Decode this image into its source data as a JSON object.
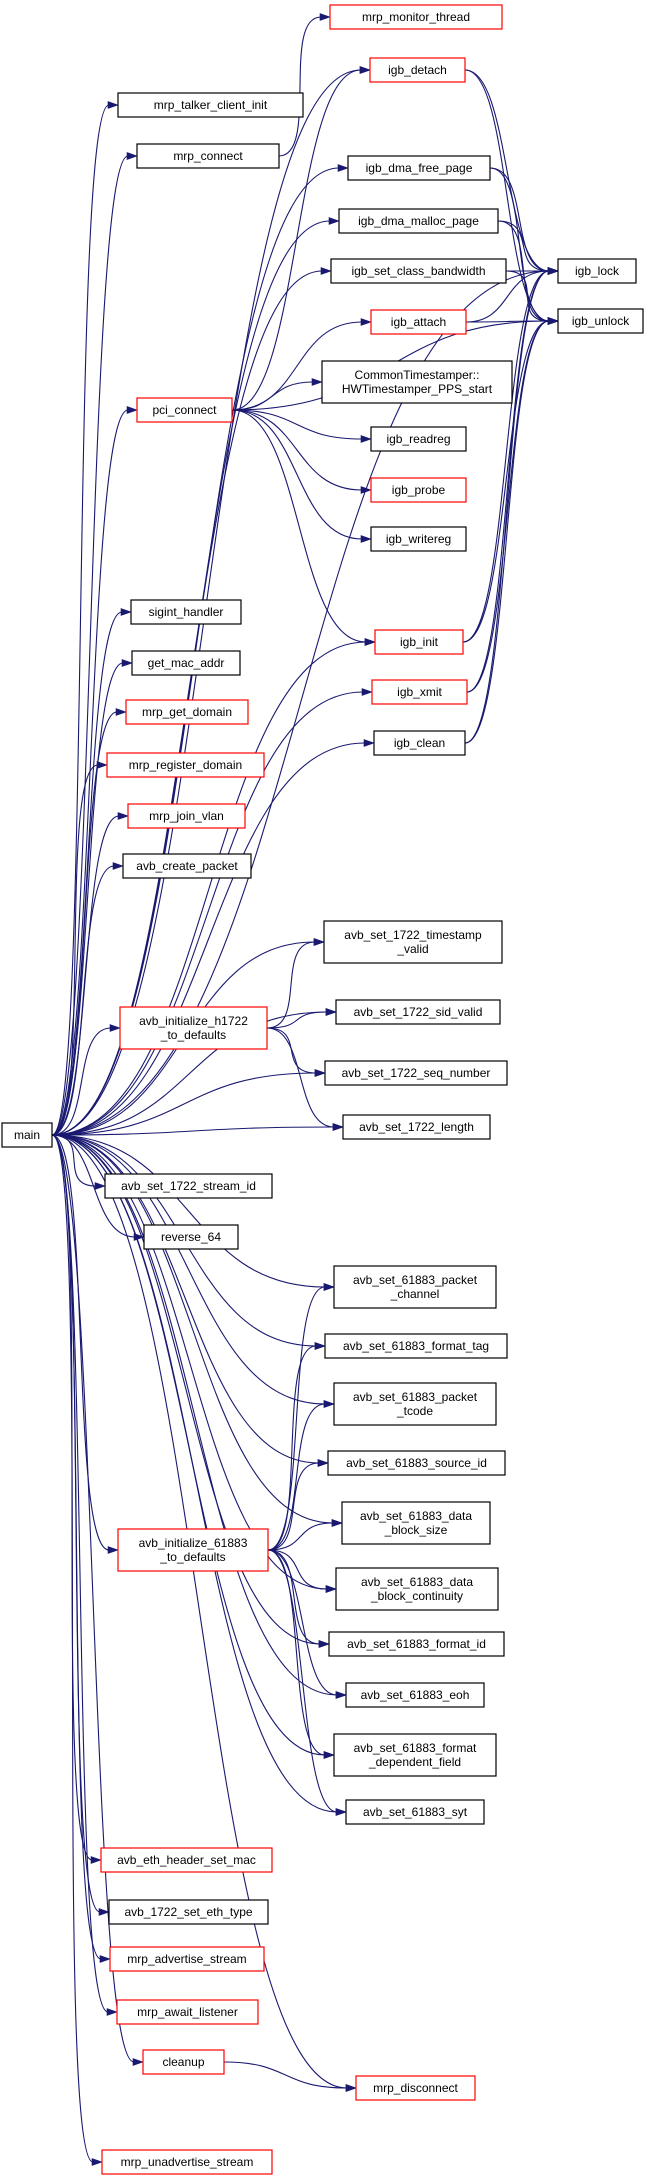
{
  "colors": {
    "edge": "#191970",
    "border_normal": "#000000",
    "border_linked": "#ff0000",
    "root_fill": "#bfbfbf",
    "node_fill": "#ffffff"
  },
  "nodes": [
    {
      "id": "main",
      "lines": [
        "main"
      ],
      "style": "root"
    },
    {
      "id": "mrp_monitor_thread",
      "lines": [
        "mrp_monitor_thread"
      ],
      "style": "linked"
    },
    {
      "id": "igb_detach",
      "lines": [
        "igb_detach"
      ],
      "style": "linked"
    },
    {
      "id": "mrp_talker_client_init",
      "lines": [
        "mrp_talker_client_init"
      ],
      "style": "normal"
    },
    {
      "id": "mrp_connect",
      "lines": [
        "mrp_connect"
      ],
      "style": "normal"
    },
    {
      "id": "igb_dma_free_page",
      "lines": [
        "igb_dma_free_page"
      ],
      "style": "normal"
    },
    {
      "id": "igb_dma_malloc_page",
      "lines": [
        "igb_dma_malloc_page"
      ],
      "style": "normal"
    },
    {
      "id": "igb_lock",
      "lines": [
        "igb_lock"
      ],
      "style": "normal"
    },
    {
      "id": "igb_set_class_bandwidth",
      "lines": [
        "igb_set_class_bandwidth"
      ],
      "style": "normal"
    },
    {
      "id": "igb_unlock",
      "lines": [
        "igb_unlock"
      ],
      "style": "normal"
    },
    {
      "id": "igb_attach",
      "lines": [
        "igb_attach"
      ],
      "style": "linked"
    },
    {
      "id": "hwts_pps_start",
      "lines": [
        "CommonTimestamper::",
        "HWTimestamper_PPS_start"
      ],
      "style": "normal"
    },
    {
      "id": "pci_connect",
      "lines": [
        "pci_connect"
      ],
      "style": "linked"
    },
    {
      "id": "igb_readreg",
      "lines": [
        "igb_readreg"
      ],
      "style": "normal"
    },
    {
      "id": "igb_probe",
      "lines": [
        "igb_probe"
      ],
      "style": "linked"
    },
    {
      "id": "igb_writereg",
      "lines": [
        "igb_writereg"
      ],
      "style": "normal"
    },
    {
      "id": "sigint_handler",
      "lines": [
        "sigint_handler"
      ],
      "style": "normal"
    },
    {
      "id": "igb_init",
      "lines": [
        "igb_init"
      ],
      "style": "linked"
    },
    {
      "id": "get_mac_addr",
      "lines": [
        "get_mac_addr"
      ],
      "style": "normal"
    },
    {
      "id": "igb_xmit",
      "lines": [
        "igb_xmit"
      ],
      "style": "linked"
    },
    {
      "id": "mrp_get_domain",
      "lines": [
        "mrp_get_domain"
      ],
      "style": "linked"
    },
    {
      "id": "igb_clean",
      "lines": [
        "igb_clean"
      ],
      "style": "normal"
    },
    {
      "id": "mrp_register_domain",
      "lines": [
        "mrp_register_domain"
      ],
      "style": "linked"
    },
    {
      "id": "mrp_join_vlan",
      "lines": [
        "mrp_join_vlan"
      ],
      "style": "linked"
    },
    {
      "id": "avb_create_packet",
      "lines": [
        "avb_create_packet"
      ],
      "style": "normal"
    },
    {
      "id": "avb_set_1722_timestamp_valid",
      "lines": [
        "avb_set_1722_timestamp",
        "_valid"
      ],
      "style": "normal"
    },
    {
      "id": "avb_initialize_h1722_to_defaults",
      "lines": [
        "avb_initialize_h1722",
        "_to_defaults"
      ],
      "style": "linked"
    },
    {
      "id": "avb_set_1722_sid_valid",
      "lines": [
        "avb_set_1722_sid_valid"
      ],
      "style": "normal"
    },
    {
      "id": "avb_set_1722_seq_number",
      "lines": [
        "avb_set_1722_seq_number"
      ],
      "style": "normal"
    },
    {
      "id": "avb_set_1722_length",
      "lines": [
        "avb_set_1722_length"
      ],
      "style": "normal"
    },
    {
      "id": "avb_set_1722_stream_id",
      "lines": [
        "avb_set_1722_stream_id"
      ],
      "style": "normal"
    },
    {
      "id": "reverse_64",
      "lines": [
        "reverse_64"
      ],
      "style": "normal"
    },
    {
      "id": "avb_set_61883_packet_channel",
      "lines": [
        "avb_set_61883_packet",
        "_channel"
      ],
      "style": "normal"
    },
    {
      "id": "avb_set_61883_format_tag",
      "lines": [
        "avb_set_61883_format_tag"
      ],
      "style": "normal"
    },
    {
      "id": "avb_set_61883_packet_tcode",
      "lines": [
        "avb_set_61883_packet",
        "_tcode"
      ],
      "style": "normal"
    },
    {
      "id": "avb_set_61883_source_id",
      "lines": [
        "avb_set_61883_source_id"
      ],
      "style": "normal"
    },
    {
      "id": "avb_initialize_61883_to_defaults",
      "lines": [
        "avb_initialize_61883",
        "_to_defaults"
      ],
      "style": "linked"
    },
    {
      "id": "avb_set_61883_data_block_size",
      "lines": [
        "avb_set_61883_data",
        "_block_size"
      ],
      "style": "normal"
    },
    {
      "id": "avb_set_61883_data_block_continuity",
      "lines": [
        "avb_set_61883_data",
        "_block_continuity"
      ],
      "style": "normal"
    },
    {
      "id": "avb_set_61883_format_id",
      "lines": [
        "avb_set_61883_format_id"
      ],
      "style": "normal"
    },
    {
      "id": "avb_set_61883_eoh",
      "lines": [
        "avb_set_61883_eoh"
      ],
      "style": "normal"
    },
    {
      "id": "avb_set_61883_format_dependent_field",
      "lines": [
        "avb_set_61883_format",
        "_dependent_field"
      ],
      "style": "normal"
    },
    {
      "id": "avb_set_61883_syt",
      "lines": [
        "avb_set_61883_syt"
      ],
      "style": "normal"
    },
    {
      "id": "avb_eth_header_set_mac",
      "lines": [
        "avb_eth_header_set_mac"
      ],
      "style": "linked"
    },
    {
      "id": "avb_1722_set_eth_type",
      "lines": [
        "avb_1722_set_eth_type"
      ],
      "style": "normal"
    },
    {
      "id": "mrp_advertise_stream",
      "lines": [
        "mrp_advertise_stream"
      ],
      "style": "linked"
    },
    {
      "id": "mrp_await_listener",
      "lines": [
        "mrp_await_listener"
      ],
      "style": "linked"
    },
    {
      "id": "cleanup",
      "lines": [
        "cleanup"
      ],
      "style": "linked"
    },
    {
      "id": "mrp_disconnect",
      "lines": [
        "mrp_disconnect"
      ],
      "style": "linked"
    },
    {
      "id": "mrp_unadvertise_stream",
      "lines": [
        "mrp_unadvertise_stream"
      ],
      "style": "linked"
    }
  ],
  "edges": [
    [
      "main",
      "mrp_talker_client_init"
    ],
    [
      "main",
      "mrp_connect"
    ],
    [
      "main",
      "igb_detach"
    ],
    [
      "main",
      "igb_dma_free_page"
    ],
    [
      "main",
      "igb_dma_malloc_page"
    ],
    [
      "main",
      "igb_set_class_bandwidth"
    ],
    [
      "main",
      "pci_connect"
    ],
    [
      "main",
      "igb_lock"
    ],
    [
      "main",
      "igb_init"
    ],
    [
      "main",
      "igb_xmit"
    ],
    [
      "main",
      "igb_clean"
    ],
    [
      "main",
      "sigint_handler"
    ],
    [
      "main",
      "get_mac_addr"
    ],
    [
      "main",
      "mrp_get_domain"
    ],
    [
      "main",
      "mrp_register_domain"
    ],
    [
      "main",
      "mrp_join_vlan"
    ],
    [
      "main",
      "avb_create_packet"
    ],
    [
      "main",
      "avb_set_1722_timestamp_valid"
    ],
    [
      "main",
      "avb_set_1722_sid_valid"
    ],
    [
      "main",
      "avb_initialize_h1722_to_defaults"
    ],
    [
      "main",
      "avb_set_1722_seq_number"
    ],
    [
      "main",
      "avb_set_1722_length"
    ],
    [
      "main",
      "avb_set_1722_stream_id"
    ],
    [
      "main",
      "reverse_64"
    ],
    [
      "main",
      "avb_set_61883_packet_channel"
    ],
    [
      "main",
      "avb_set_61883_format_tag"
    ],
    [
      "main",
      "avb_set_61883_packet_tcode"
    ],
    [
      "main",
      "avb_set_61883_source_id"
    ],
    [
      "main",
      "avb_set_61883_data_block_size"
    ],
    [
      "main",
      "avb_initialize_61883_to_defaults"
    ],
    [
      "main",
      "avb_set_61883_data_block_continuity"
    ],
    [
      "main",
      "avb_set_61883_format_id"
    ],
    [
      "main",
      "avb_set_61883_eoh"
    ],
    [
      "main",
      "avb_set_61883_format_dependent_field"
    ],
    [
      "main",
      "avb_set_61883_syt"
    ],
    [
      "main",
      "avb_eth_header_set_mac"
    ],
    [
      "main",
      "avb_1722_set_eth_type"
    ],
    [
      "main",
      "mrp_advertise_stream"
    ],
    [
      "main",
      "mrp_await_listener"
    ],
    [
      "main",
      "cleanup"
    ],
    [
      "main",
      "mrp_disconnect"
    ],
    [
      "main",
      "mrp_unadvertise_stream"
    ],
    [
      "mrp_connect",
      "mrp_monitor_thread"
    ],
    [
      "igb_detach",
      "igb_lock"
    ],
    [
      "igb_detach",
      "igb_unlock"
    ],
    [
      "igb_dma_free_page",
      "igb_lock"
    ],
    [
      "igb_dma_free_page",
      "igb_unlock"
    ],
    [
      "igb_dma_malloc_page",
      "igb_lock"
    ],
    [
      "igb_dma_malloc_page",
      "igb_unlock"
    ],
    [
      "igb_set_class_bandwidth",
      "igb_lock"
    ],
    [
      "igb_set_class_bandwidth",
      "igb_unlock"
    ],
    [
      "igb_attach",
      "igb_lock"
    ],
    [
      "igb_attach",
      "igb_unlock"
    ],
    [
      "pci_connect",
      "igb_detach"
    ],
    [
      "pci_connect",
      "igb_attach"
    ],
    [
      "pci_connect",
      "hwts_pps_start"
    ],
    [
      "pci_connect",
      "igb_readreg"
    ],
    [
      "pci_connect",
      "igb_probe"
    ],
    [
      "pci_connect",
      "igb_writereg"
    ],
    [
      "pci_connect",
      "igb_init"
    ],
    [
      "pci_connect",
      "igb_unlock"
    ],
    [
      "igb_init",
      "igb_lock"
    ],
    [
      "igb_init",
      "igb_unlock"
    ],
    [
      "igb_xmit",
      "igb_lock"
    ],
    [
      "igb_xmit",
      "igb_unlock"
    ],
    [
      "igb_clean",
      "igb_lock"
    ],
    [
      "igb_clean",
      "igb_unlock"
    ],
    [
      "avb_initialize_h1722_to_defaults",
      "avb_set_1722_timestamp_valid"
    ],
    [
      "avb_initialize_h1722_to_defaults",
      "avb_set_1722_sid_valid"
    ],
    [
      "avb_initialize_h1722_to_defaults",
      "avb_set_1722_seq_number"
    ],
    [
      "avb_initialize_h1722_to_defaults",
      "avb_set_1722_length"
    ],
    [
      "avb_initialize_61883_to_defaults",
      "avb_set_61883_packet_channel"
    ],
    [
      "avb_initialize_61883_to_defaults",
      "avb_set_61883_format_tag"
    ],
    [
      "avb_initialize_61883_to_defaults",
      "avb_set_61883_packet_tcode"
    ],
    [
      "avb_initialize_61883_to_defaults",
      "avb_set_61883_source_id"
    ],
    [
      "avb_initialize_61883_to_defaults",
      "avb_set_61883_data_block_size"
    ],
    [
      "avb_initialize_61883_to_defaults",
      "avb_set_61883_data_block_continuity"
    ],
    [
      "avb_initialize_61883_to_defaults",
      "avb_set_61883_format_id"
    ],
    [
      "avb_initialize_61883_to_defaults",
      "avb_set_61883_eoh"
    ],
    [
      "avb_initialize_61883_to_defaults",
      "avb_set_61883_format_dependent_field"
    ],
    [
      "avb_initialize_61883_to_defaults",
      "avb_set_61883_syt"
    ],
    [
      "cleanup",
      "mrp_disconnect"
    ]
  ]
}
